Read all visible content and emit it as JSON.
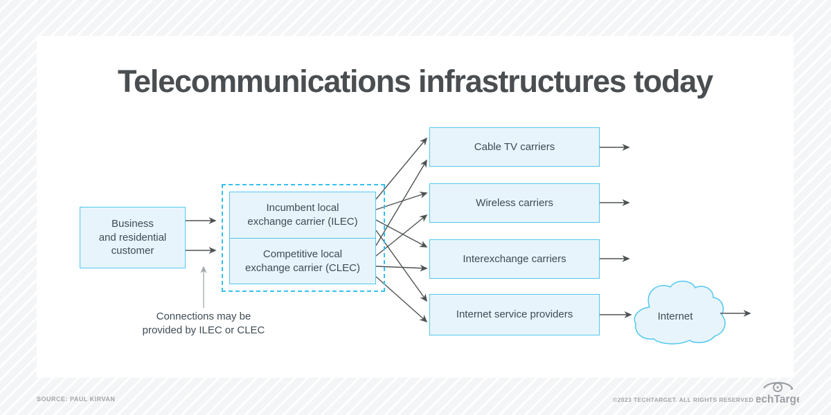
{
  "title": "Telecommunications infrastructures today",
  "diagram": {
    "customer_label": "Business\nand residential\ncustomer",
    "ilec_label": "Incumbent local\nexchange carrier (ILEC)",
    "clec_label": "Competitive local\nexchange carrier (CLEC)",
    "carriers": [
      "Cable TV carriers",
      "Wireless carriers",
      "Interexchange carriers",
      "Internet service providers"
    ],
    "cloud_label": "Internet",
    "annotation": "Connections may be\nprovided by ILEC or CLEC"
  },
  "footer": {
    "source": "SOURCE: PAUL KIRVAN",
    "copyright": "©2023 TECHTARGET. ALL RIGHTS RESERVED",
    "logo_text": "TechTarget"
  },
  "colors": {
    "box_fill": "#e8f4fb",
    "box_border": "#4fc8ee",
    "dashed_border": "#33c1f0",
    "arrow": "#4d5254",
    "light_arrow": "#a2a7aa",
    "title_text": "#4a4e51",
    "body_text": "#3e4b54",
    "footer_text": "#a0a4a8"
  }
}
